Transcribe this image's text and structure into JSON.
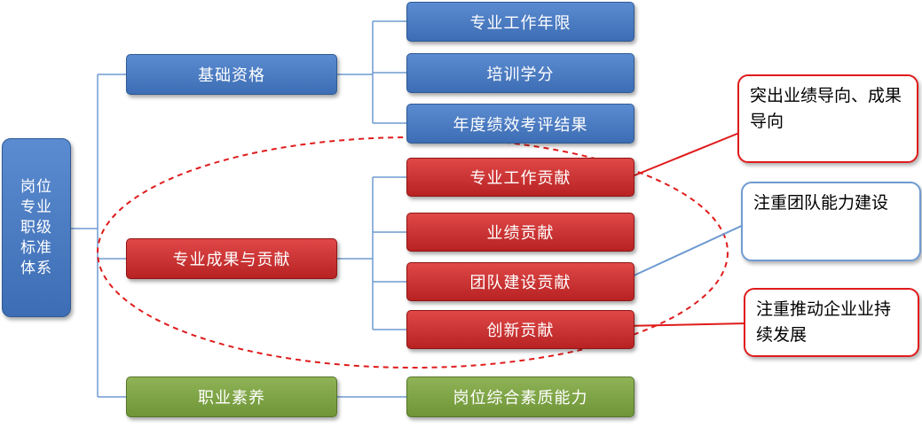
{
  "root": {
    "label_lines": [
      "岗位",
      "专业",
      "职级",
      "标准",
      "体系"
    ]
  },
  "groups": [
    {
      "label": "基础资格",
      "color": "blue",
      "children": [
        "专业工作年限",
        "培训学分",
        "年度绩效考评结果"
      ]
    },
    {
      "label": "专业成果与贡献",
      "color": "red",
      "children": [
        "专业工作贡献",
        "业绩贡献",
        "团队建设贡献",
        "创新贡献"
      ]
    },
    {
      "label": "职业素养",
      "color": "green",
      "children": [
        "岗位综合素质能力"
      ]
    }
  ],
  "callouts": [
    {
      "text": "突出业绩导向、成果导向",
      "border_color": "#e01b1b",
      "points_to": "专业工作贡献"
    },
    {
      "text": "注重团队能力建设",
      "border_color": "#6f9bd1",
      "points_to": "团队建设贡献"
    },
    {
      "text": "注重推动企业业持续发展",
      "border_color": "#e01b1b",
      "points_to": "创新贡献"
    }
  ],
  "colors": {
    "blue": "#4a7cc3",
    "red": "#cc3333",
    "green": "#7fa447",
    "connector": "#6f9bd1",
    "highlight_ellipse": "#e01b1b"
  }
}
